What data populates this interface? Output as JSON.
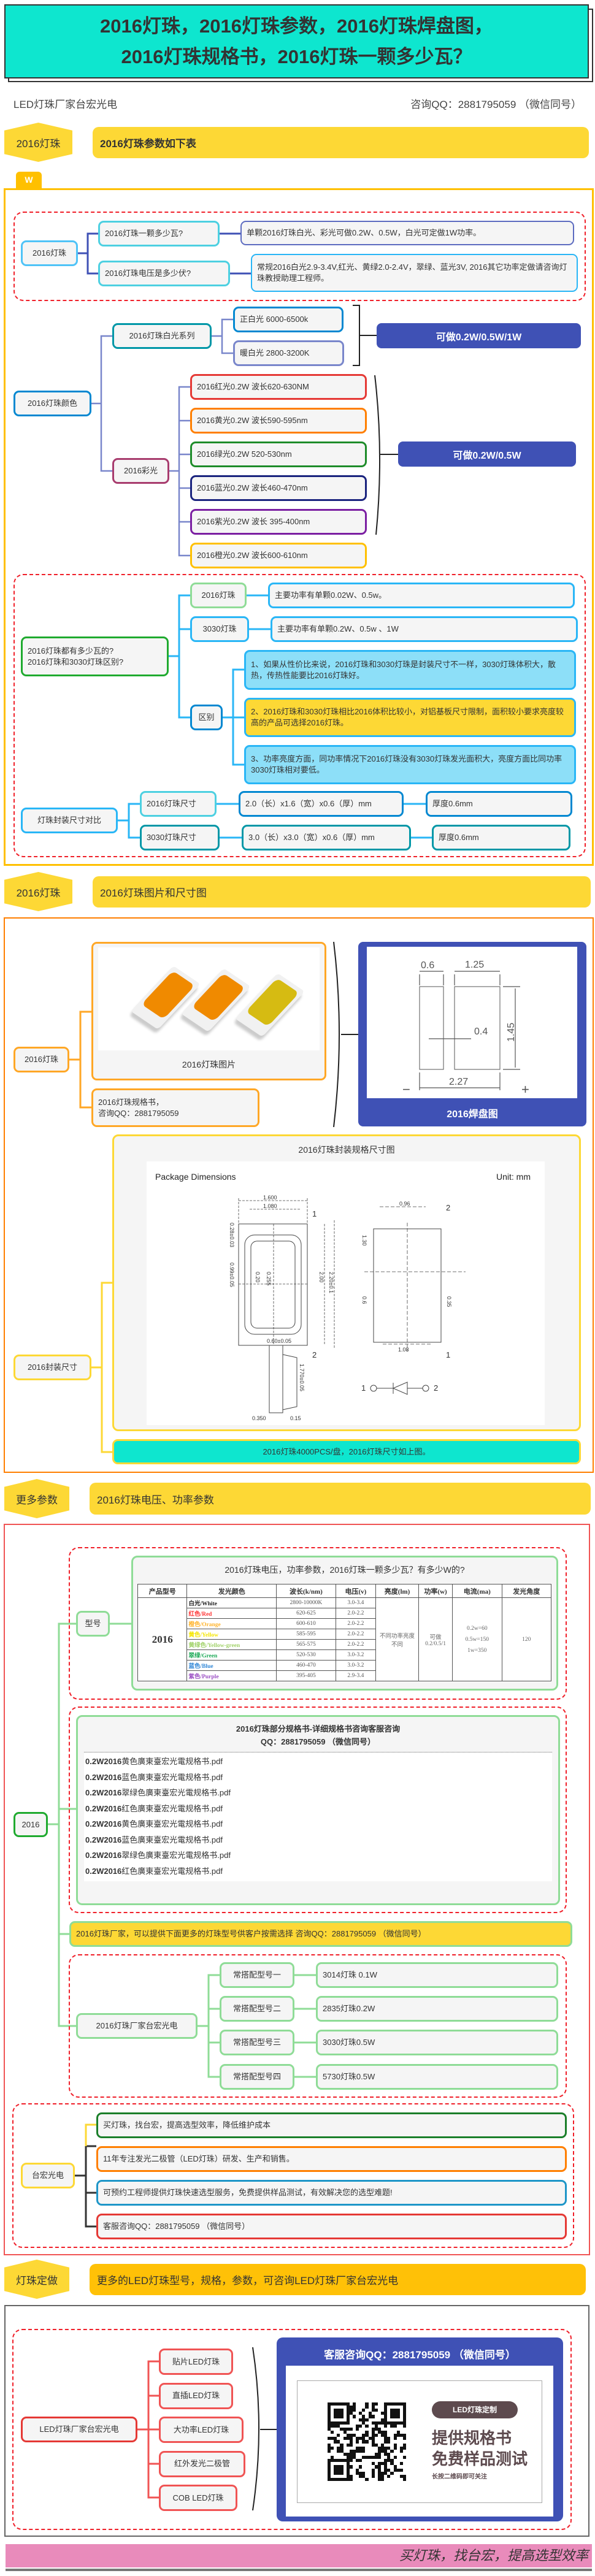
{
  "title": {
    "line1": "2016灯珠，2016灯珠参数，2016灯珠焊盘图，",
    "line2": "2016灯珠规格书，2016灯珠一颗多少瓦？"
  },
  "header": {
    "brand": "LED灯珠厂家台宏光电",
    "contact": "咨询QQ：2881795059 （微信同号）"
  },
  "sec1": {
    "tag": "2016灯珠",
    "title": "2016灯珠参数如下表",
    "w_tab": "W",
    "faq": {
      "root": "2016灯珠",
      "q1": "2016灯珠一颗多少瓦?",
      "a1": "单颗2016灯珠白光、彩光可做0.2W、0.5W，白光可定做1W功率。",
      "q2": "2016灯珠电压是多少伏?",
      "a2": "常规2016白光2.9-3.4V,红光、黄绿2.0-2.4V，翠绿、蓝光3V, 2016其它功率定做请咨询灯珠教授助理工程师。"
    },
    "colors": {
      "root": "2016灯珠颜色",
      "white_series": "2016灯珠白光系列",
      "white": [
        "正白光 6000-6500k",
        "暖白光 2800-3200K"
      ],
      "white_power": "可做0.2W/0.5W/1W",
      "color_series": "2016彩光",
      "items": [
        {
          "label": "2016红光0.2W 波长620-630NM",
          "color": "#e53935"
        },
        {
          "label": "2016黄光0.2W 波长590-595nm",
          "color": "#ff7f00"
        },
        {
          "label": "2016绿光0.2W 520-530nm",
          "color": "#1e8c2a"
        },
        {
          "label": "2016蓝光0.2W 波长460-470nm",
          "color": "#1a237e"
        },
        {
          "label": "2016紫光0.2W 波长 395-400nm",
          "color": "#7b1fa2"
        },
        {
          "label": "2016橙光0.2W  波长600-610nm",
          "color": "#ffc000"
        }
      ],
      "color_power": "可做0.2W/0.5W"
    },
    "compare": {
      "root": "2016灯珠都有多少瓦的?\n2016灯珠和3030灯珠区别?",
      "b2016": "2016灯珠",
      "b2016_text": "主要功率有单颗0.02W、0.5w。",
      "b3030": "3030灯珠",
      "b3030_text": "主要功率有单颗0.2W、0.5w 、1W",
      "diff": "区别",
      "diffs": [
        "1、如果从性价比来说，2016灯珠和3030灯珠是封装尺寸不一样，3030灯珠体积大，散热，传热性能要比2016灯珠好。",
        "2、2016灯珠和3030灯珠相比2016体积比较小，对铝基板尺寸限制，面积较小要求亮度较高的产品可选择2016灯珠。",
        "3、功率亮度方面，同功率情况下2016灯珠没有3030灯珠发光面积大，亮度方面比同功率3030灯珠相对要低。"
      ]
    },
    "sizes": {
      "root": "灯珠封装尺寸对比",
      "rows": [
        {
          "name": "2016灯珠尺寸",
          "dims": "2.0（长）x1.6（宽）x0.6（厚）mm",
          "thick": "厚度0.6mm"
        },
        {
          "name": "3030灯珠尺寸",
          "dims": "3.0（长）x3.0（宽）x0.6（厚）mm",
          "thick": "厚度0.6mm"
        }
      ]
    }
  },
  "sec2": {
    "tag": "2016灯珠",
    "title": "2016灯珠图片和尺寸图",
    "root": "2016灯珠",
    "photo_caption": "2016灯珠图片",
    "spec_note": "2016灯珠规格书，\n咨询QQ：2881795059",
    "pad": {
      "label": "2016焊盘图",
      "dims": [
        "0.6",
        "1.25",
        "0.4",
        "1.45",
        "2.27"
      ],
      "minus": "−",
      "plus": "+"
    },
    "package": {
      "node": "2016封装尺寸",
      "title": "2016灯珠封装规格尺寸图",
      "heading": "Package Dimensions",
      "unit": "Unit: mm",
      "labels": [
        "1.600",
        "1.080",
        "0.28±0.03",
        "0.99±0.05",
        "0.20",
        "0.255",
        "2.00",
        "2.20±0.1",
        "0.96",
        "1.30",
        "0.6",
        "0.35",
        "1.08",
        "0.60±0.05",
        "1.770±0.05",
        "0.15",
        "0.350"
      ],
      "pins": [
        "1",
        "2",
        "2",
        "1",
        "1",
        "2"
      ]
    },
    "note": "2016灯珠4000PCS/盘，2016灯珠尺寸如上图。"
  },
  "sec3": {
    "tag": "更多参数",
    "title": "2016灯珠电压、功率参数",
    "model_node": "型号",
    "root": "2016",
    "table": {
      "title": "2016灯珠电压，功率参数，2016灯珠一颗多少瓦？有多少W的?",
      "headers": [
        "产品型号",
        "发光颜色",
        "波长(k/nm)",
        "电压(v)",
        "亮度(lm)",
        "功率(w)",
        "电流(ma)",
        "发光角度"
      ],
      "model": "2016",
      "rows": [
        {
          "color": "白光/White",
          "hex": "#222222",
          "wave": "2800-10000K",
          "volt": "3.0-3.4"
        },
        {
          "color": "红色/Red",
          "hex": "#ff3333",
          "wave": "620-625",
          "volt": "2.0-2.2"
        },
        {
          "color": "橙色/Orange",
          "hex": "#ffb52e",
          "wave": "600-610",
          "volt": "2.0-2.2"
        },
        {
          "color": "黄色/Yellow",
          "hex": "#f5e600",
          "wave": "585-595",
          "volt": "2.0-2.2"
        },
        {
          "color": "黄绿色/Yellow-green",
          "hex": "#a3d36b",
          "wave": "565-575",
          "volt": "2.0-2.2"
        },
        {
          "color": "翠绿/Green",
          "hex": "#1faa59",
          "wave": "520-530",
          "volt": "3.0-3.2"
        },
        {
          "color": "蓝色/Blue",
          "hex": "#2f86d6",
          "wave": "460-470",
          "volt": "3.0-3.2"
        },
        {
          "color": "紫色/Purple",
          "hex": "#9b4fc4",
          "wave": "395-405",
          "volt": "2.9-3.4"
        }
      ],
      "brightness": "不同功率亮度不同",
      "power": "可做 0.2/0.5/1",
      "current": [
        "0.2w=60",
        "0.5w=150",
        "1w=350"
      ],
      "angle": "120"
    },
    "specs": {
      "title1": "2016灯珠部分规格书-详细规格书咨询客服咨询",
      "title2": "QQ：2881795059 （微信同号）",
      "files": [
        "0.2W2016黄色廣東臺宏光電规格书.pdf",
        "0.2W2016蓝色廣東臺宏光電规格书.pdf",
        "0.2W2016翠绿色廣東臺宏光電规格书.pdf",
        "0.2W2016红色廣東臺宏光電规格书.pdf",
        "0.2W2016黄色廣東臺宏光電规格书.pdf",
        "0.2W2016蓝色廣東臺宏光電规格书.pdf",
        "0.2W2016翠绿色廣東臺宏光電规格书.pdf",
        "0.2W2016红色廣東臺宏光電规格书.pdf"
      ]
    },
    "banner": "2016灯珠厂家，可以提供下面更多的灯珠型号供客户按需选择 咨询QQ：2881795059 （微信同号）",
    "maker": {
      "root": "2016灯珠厂家台宏光电",
      "items": [
        {
          "k": "常搭配型号一",
          "v": "3014灯珠 0.1W"
        },
        {
          "k": "常搭配型号二",
          "v": "2835灯珠0.2W"
        },
        {
          "k": "常搭配型号三",
          "v": "3030灯珠0.5W"
        },
        {
          "k": "常搭配型号四",
          "v": "5730灯珠0.5W"
        }
      ]
    },
    "about": {
      "root": "台宏光电",
      "items": [
        {
          "t": "买灯珠，找台宏，提高选型效率，降低维护成本",
          "c": "#1b7f2a"
        },
        {
          "t": "11年专注发光二极管（LED灯珠）研发、生产和销售。",
          "c": "#ff7f00"
        },
        {
          "t": "可预约工程师提供灯珠快速选型服务，免费提供样品测试，有效解决您的选型难题!",
          "c": "#1e96c8"
        },
        {
          "t": "客服咨询QQ：2881795059 （微信同号）",
          "c": "#e53935"
        }
      ]
    }
  },
  "sec4": {
    "tag": "灯珠定做",
    "title": "更多的LED灯珠型号，规格，参数，可咨询LED灯珠厂家台宏光电",
    "root": "LED灯珠厂家台宏光电",
    "items": [
      "贴片LED灯珠",
      "直插LED灯珠",
      "大功率LED灯珠",
      "红外发光二极管",
      "COB LED灯珠"
    ],
    "card": {
      "title": "客服咨询QQ：2881795059 （微信同号）",
      "badge": "LED灯珠定制",
      "line1": "提供规格书",
      "line2": "免费样品测试",
      "hint": "长按二维码即可关注"
    }
  },
  "footer": {
    "slogan": "买灯珠，找台宏，提高选型效率"
  },
  "colors": {
    "teal": "#0ee6cf",
    "yellow": "#fdd835",
    "blue": "#3f51b5",
    "red": "#f0202a",
    "orange": "#ff7f00",
    "pink": "#e98bbb"
  }
}
